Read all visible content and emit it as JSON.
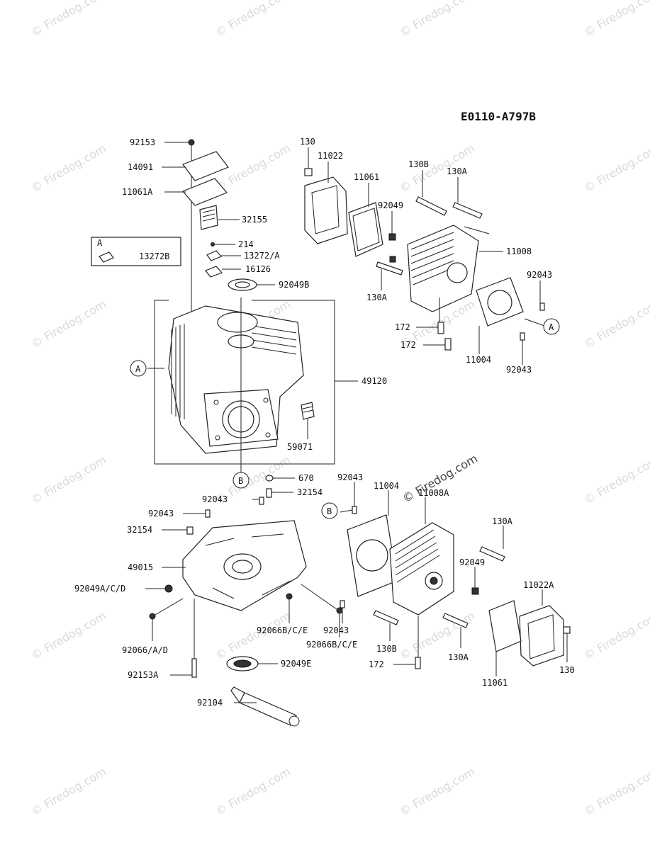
{
  "diagram_code": "E0110-A797B",
  "watermark": "© Firedog.com",
  "watermark_center": "© Firedog.com",
  "callout_letters": {
    "a": "A",
    "b": "B"
  },
  "inset_box": {
    "letter": "A",
    "part": "13272B"
  },
  "parts": {
    "p92153": "92153",
    "p14091": "14091",
    "p11061A": "11061A",
    "p32155": "32155",
    "p214": "214",
    "p13272A": "13272/A",
    "p16126": "16126",
    "p92049B": "92049B",
    "p49120": "49120",
    "p59071": "59071",
    "p670": "670",
    "p32154_top": "32154",
    "p92043_mid": "92043",
    "p92043_left": "92043",
    "p32154_left": "32154",
    "p49015": "49015",
    "p92049ACD": "92049A/C/D",
    "p92066AD": "92066/A/D",
    "p92066BCE_1": "92066B/C/E",
    "p92066BCE_2": "92066B/C/E",
    "p92049E": "92049E",
    "p92153A": "92153A",
    "p92104": "92104",
    "p130_top": "130",
    "p11022": "11022",
    "p11061_top": "11061",
    "p130B_top": "130B",
    "p130A_top": "130A",
    "p92049_top": "92049",
    "p11008": "11008",
    "p130A_left": "130A",
    "p92043_right": "92043",
    "p172_a": "172",
    "p172_b": "172",
    "p11004_top": "11004",
    "p92043_right2": "92043",
    "p92043_low": "92043",
    "p11004_low": "11004",
    "p11008A": "11008A",
    "p130A_right": "130A",
    "p92043_low2": "92043",
    "p92049_low": "92049",
    "p11022A": "11022A",
    "p130B_low": "130B",
    "p130A_low": "130A",
    "p130_low": "130",
    "p172_low": "172",
    "p11061_low": "11061"
  }
}
